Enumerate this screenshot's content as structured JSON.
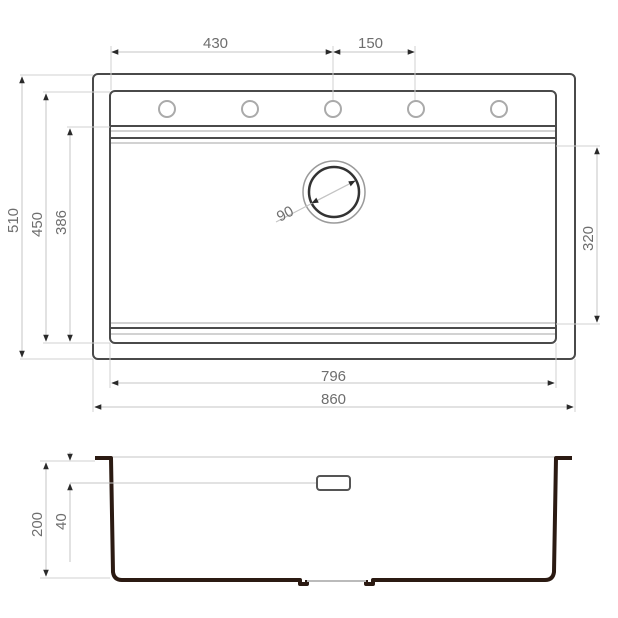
{
  "drawing": {
    "title": "Kitchen sink dimension drawing",
    "units": "mm",
    "top_view": {
      "dim_hole_pitch_first": "430",
      "dim_hole_pitch_second": "150",
      "dim_overall_depth": "510",
      "dim_inner_depth": "450",
      "dim_bowl_depth": "386",
      "dim_drain_diameter": "90",
      "dim_side_recess": "320",
      "dim_inner_width": "796",
      "dim_overall_width": "860",
      "tap_hole_count": 5
    },
    "side_view": {
      "dim_total_height": "200",
      "dim_overflow_offset": "40"
    },
    "colors": {
      "outline": "#4a4a4a",
      "dimension_line": "#c4c4c4",
      "dimension_text": "#6e6e6e",
      "profile": "#2b1a12"
    }
  }
}
